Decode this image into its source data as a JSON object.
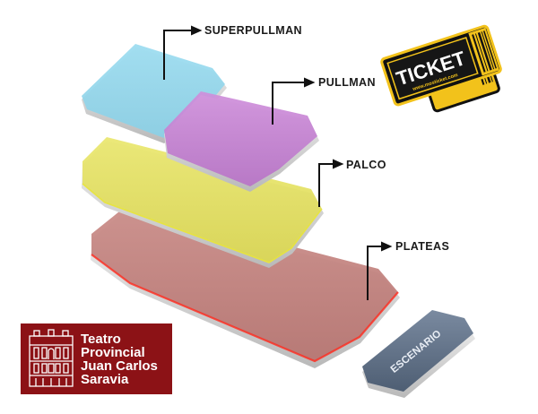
{
  "diagram": {
    "labels": {
      "superpullman": "SUPERPULLMAN",
      "pullman": "PULLMAN",
      "palco": "PALCO",
      "plateas": "PLATEAS",
      "escenario": "ESCENARIO"
    },
    "colors": {
      "superpullman": "#7fd3ee",
      "pullman": "#c97ad6",
      "palco": "#ecea5c",
      "plateas": "#e0584f",
      "escenario": "#5d6f85",
      "logo": "#8c1216"
    }
  },
  "ticket": {
    "title": "TICKET",
    "url": "www.mosticket.com"
  },
  "logo": {
    "line1": "Teatro",
    "line2": "Provincial",
    "line3": "Juan Carlos",
    "line4": "Saravia"
  }
}
